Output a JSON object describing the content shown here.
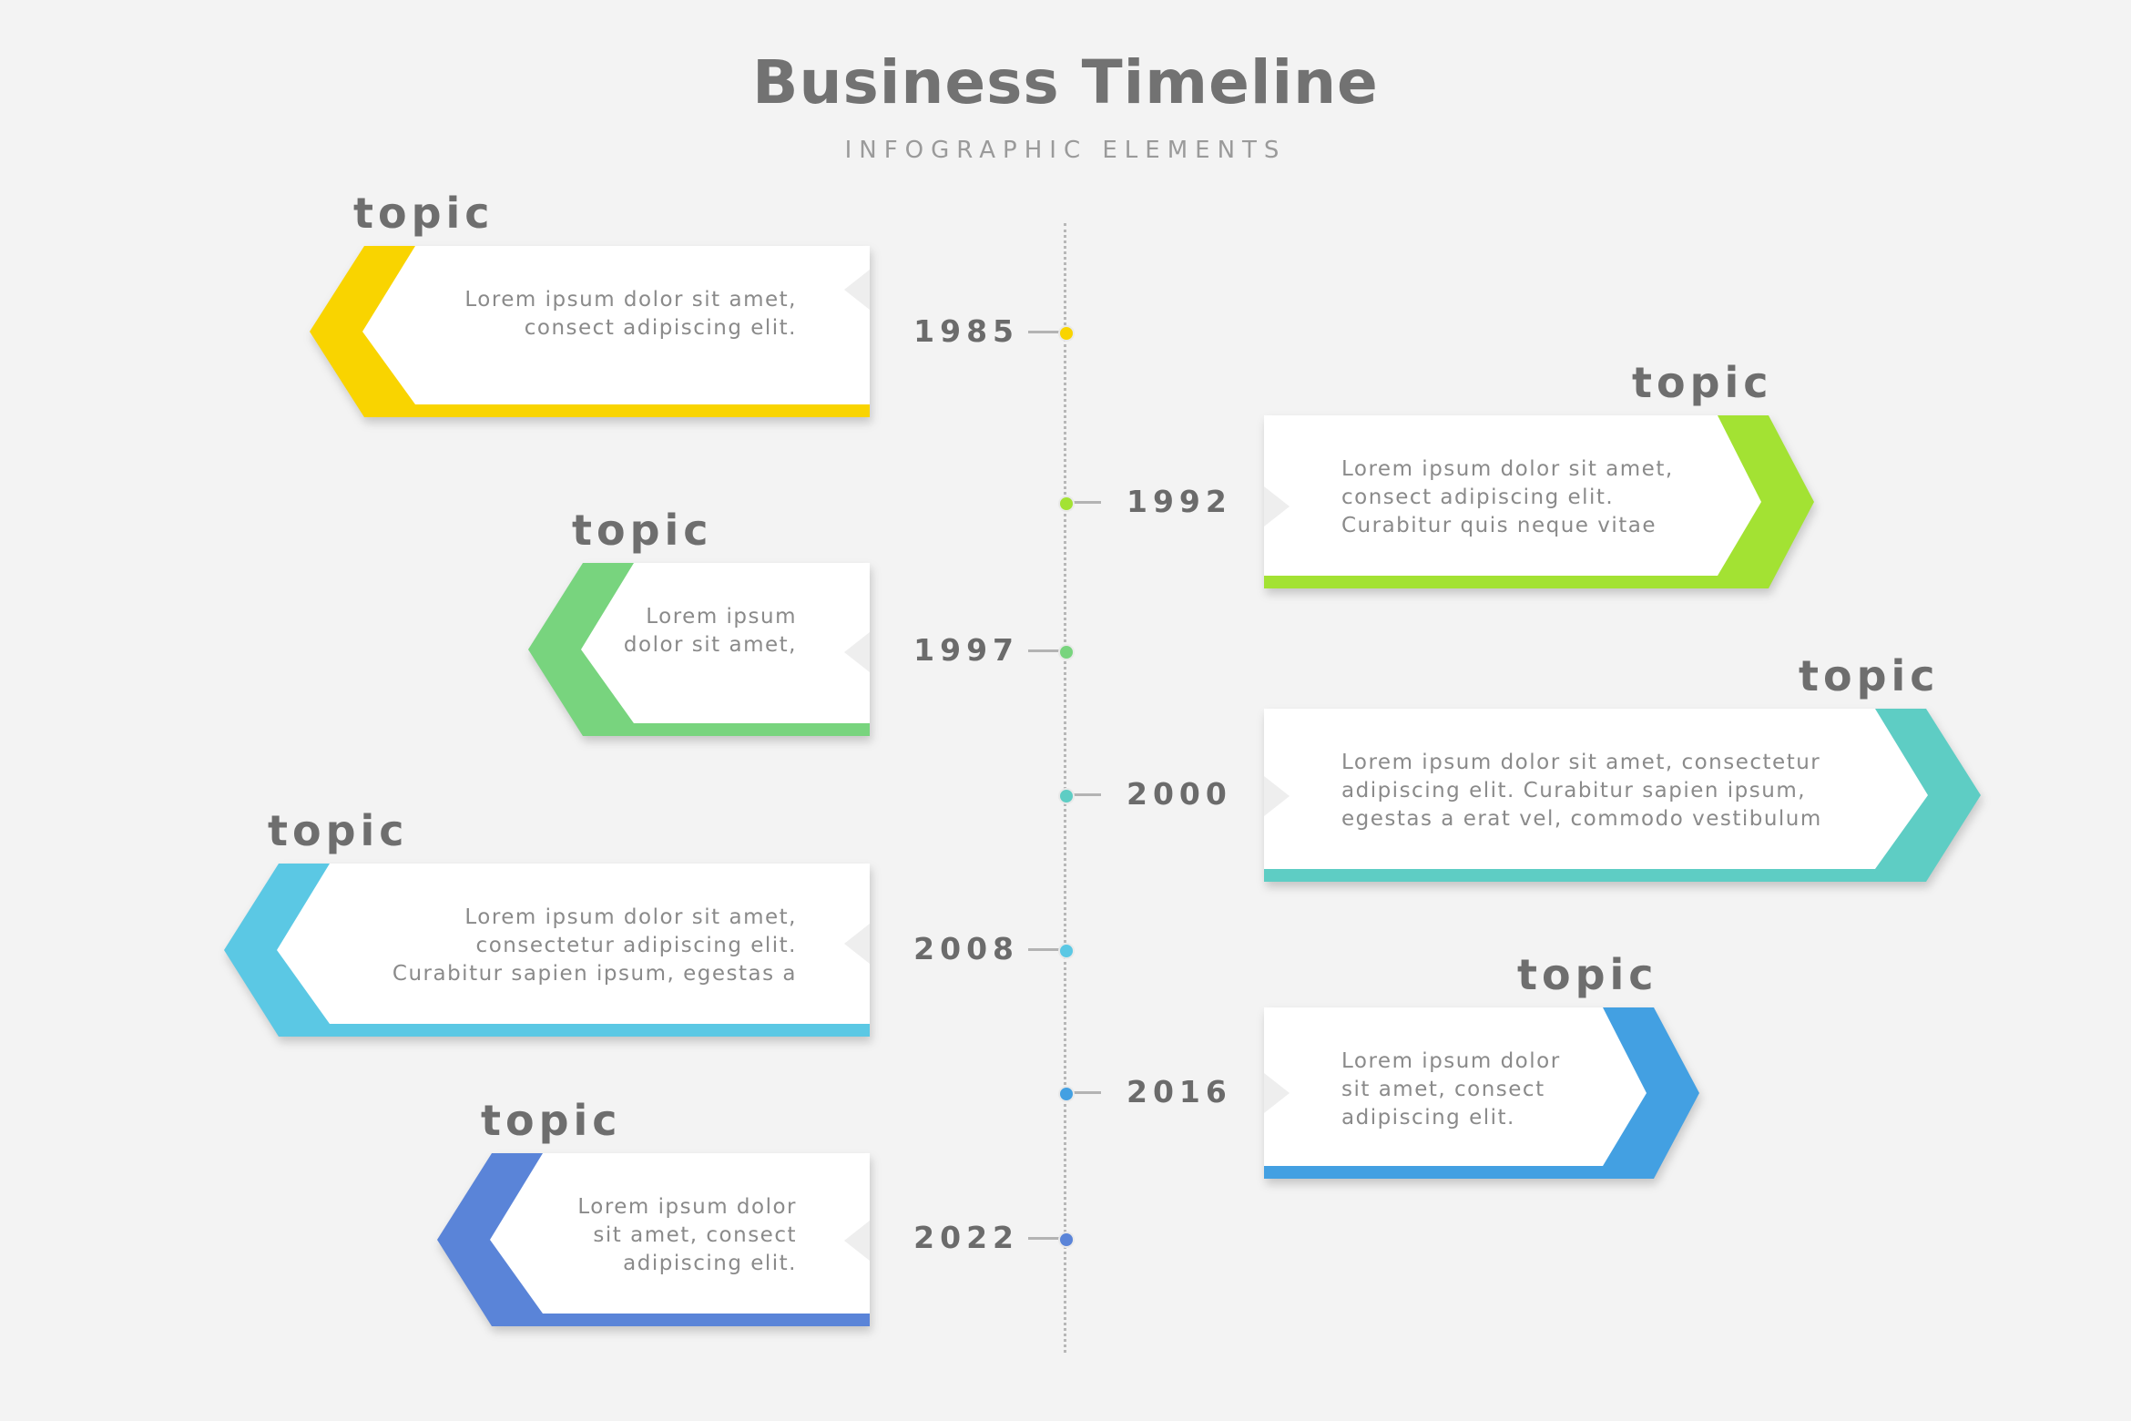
{
  "title": "Business Timeline",
  "subtitle": "INFOGRAPHIC ELEMENTS",
  "milestones": [
    {
      "year": "1985",
      "topic": "topic",
      "side": "left",
      "color": "#f9d400",
      "lines": [
        "Lorem ipsum dolor sit amet,",
        "consect adipiscing elit."
      ]
    },
    {
      "year": "1992",
      "topic": "topic",
      "side": "right",
      "color": "#a3e233",
      "lines": [
        "Lorem ipsum dolor sit amet,",
        "consect adipiscing elit.",
        "Curabitur quis neque vitae"
      ]
    },
    {
      "year": "1997",
      "topic": "topic",
      "side": "left",
      "color": "#78d47e",
      "lines": [
        "Lorem ipsum",
        "dolor sit amet,"
      ]
    },
    {
      "year": "2000",
      "topic": "topic",
      "side": "right",
      "color": "#5ecdc4",
      "lines": [
        "Lorem ipsum dolor sit amet, consectetur",
        "adipiscing elit. Curabitur sapien ipsum,",
        "egestas a erat vel, commodo vestibulum"
      ]
    },
    {
      "year": "2008",
      "topic": "topic",
      "side": "left",
      "color": "#5bc8e4",
      "lines": [
        "Lorem ipsum dolor sit amet,",
        "consectetur adipiscing elit.",
        "Curabitur sapien ipsum, egestas a"
      ]
    },
    {
      "year": "2016",
      "topic": "topic",
      "side": "right",
      "color": "#43a0e2",
      "lines": [
        "Lorem ipsum dolor",
        "sit amet, consect",
        "adipiscing elit."
      ]
    },
    {
      "year": "2022",
      "topic": "topic",
      "side": "left",
      "color": "#5a84d8",
      "lines": [
        "Lorem ipsum dolor",
        "sit amet, consect",
        "adipiscing elit."
      ]
    }
  ]
}
